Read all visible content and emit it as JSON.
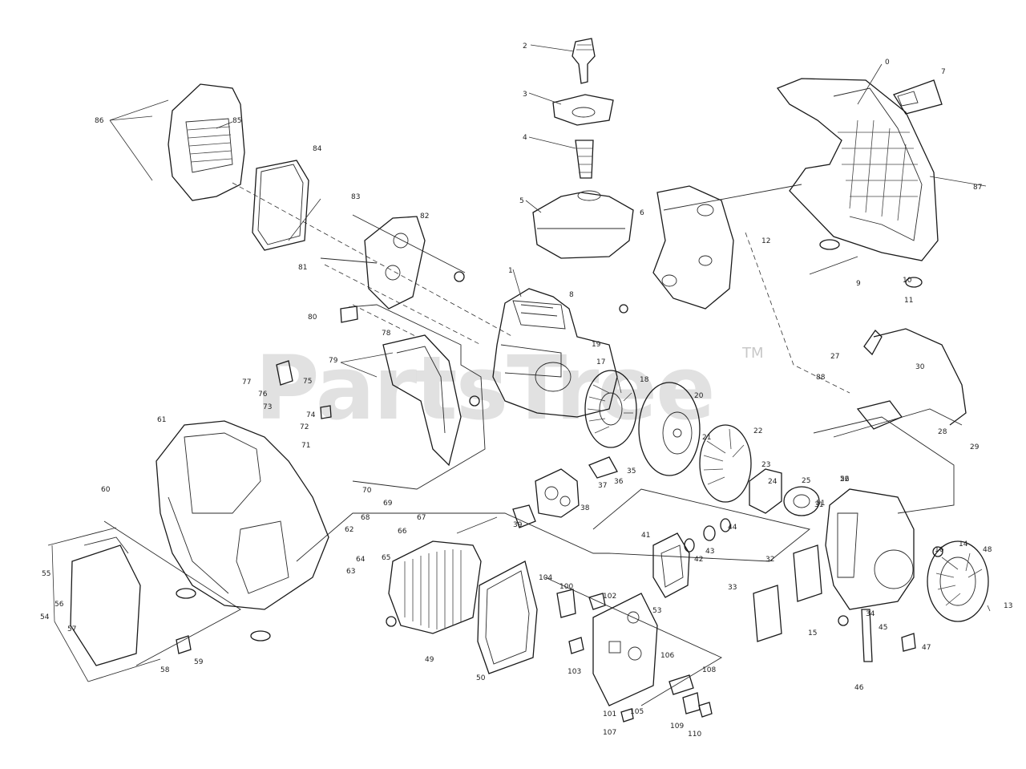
{
  "watermark": {
    "text": "PartsTree",
    "trademark": "TM"
  },
  "callouts": [
    {
      "id": "c2",
      "label": "2"
    },
    {
      "id": "c3",
      "label": "3"
    },
    {
      "id": "c4",
      "label": "4"
    },
    {
      "id": "c5",
      "label": "5"
    },
    {
      "id": "c6",
      "label": "6"
    },
    {
      "id": "c1",
      "label": "1"
    },
    {
      "id": "c8",
      "label": "8"
    },
    {
      "id": "c81",
      "label": "81"
    },
    {
      "id": "c82",
      "label": "82"
    },
    {
      "id": "c83",
      "label": "83"
    },
    {
      "id": "c84",
      "label": "84"
    },
    {
      "id": "c85",
      "label": "85"
    },
    {
      "id": "c86",
      "label": "86"
    },
    {
      "id": "c80",
      "label": "80"
    },
    {
      "id": "c78",
      "label": "78"
    },
    {
      "id": "c79",
      "label": "79"
    },
    {
      "id": "c77",
      "label": "77"
    },
    {
      "id": "c76",
      "label": "76"
    },
    {
      "id": "c75",
      "label": "75"
    },
    {
      "id": "c74",
      "label": "74"
    },
    {
      "id": "c73",
      "label": "73"
    },
    {
      "id": "c72",
      "label": "72"
    },
    {
      "id": "c71",
      "label": "71"
    },
    {
      "id": "c61",
      "label": "61"
    },
    {
      "id": "c60",
      "label": "60"
    },
    {
      "id": "c54",
      "label": "54"
    },
    {
      "id": "c57",
      "label": "57"
    },
    {
      "id": "c56",
      "label": "56"
    },
    {
      "id": "c55",
      "label": "55"
    },
    {
      "id": "c58",
      "label": "58"
    },
    {
      "id": "c59",
      "label": "59"
    },
    {
      "id": "c62",
      "label": "62"
    },
    {
      "id": "c63",
      "label": "63"
    },
    {
      "id": "c64",
      "label": "64"
    },
    {
      "id": "c65",
      "label": "65"
    },
    {
      "id": "c66",
      "label": "66"
    },
    {
      "id": "c67",
      "label": "67"
    },
    {
      "id": "c68",
      "label": "68"
    },
    {
      "id": "c69",
      "label": "69"
    },
    {
      "id": "c70",
      "label": "70"
    },
    {
      "id": "c50",
      "label": "50"
    },
    {
      "id": "c49",
      "label": "49"
    },
    {
      "id": "c39",
      "label": "39"
    },
    {
      "id": "c38",
      "label": "38"
    },
    {
      "id": "c37",
      "label": "37"
    },
    {
      "id": "c36",
      "label": "36"
    },
    {
      "id": "c35",
      "label": "35"
    },
    {
      "id": "c17",
      "label": "17"
    },
    {
      "id": "c18",
      "label": "18"
    },
    {
      "id": "c19",
      "label": "19"
    },
    {
      "id": "c20",
      "label": "20"
    },
    {
      "id": "c21",
      "label": "21"
    },
    {
      "id": "c22",
      "label": "22"
    },
    {
      "id": "c23",
      "label": "23"
    },
    {
      "id": "c24",
      "label": "24"
    },
    {
      "id": "c25",
      "label": "25"
    },
    {
      "id": "c26",
      "label": "26"
    },
    {
      "id": "c27",
      "label": "27"
    },
    {
      "id": "c28",
      "label": "28"
    },
    {
      "id": "c29",
      "label": "29"
    },
    {
      "id": "c30",
      "label": "30"
    },
    {
      "id": "c31",
      "label": "31"
    },
    {
      "id": "c32",
      "label": "32"
    },
    {
      "id": "c33",
      "label": "33"
    },
    {
      "id": "c34",
      "label": "34"
    },
    {
      "id": "c41",
      "label": "41"
    },
    {
      "id": "c42",
      "label": "42"
    },
    {
      "id": "c43",
      "label": "43"
    },
    {
      "id": "c44",
      "label": "44"
    },
    {
      "id": "c45",
      "label": "45"
    },
    {
      "id": "c46",
      "label": "46"
    },
    {
      "id": "c47",
      "label": "47"
    },
    {
      "id": "c48",
      "label": "48"
    },
    {
      "id": "c51",
      "label": "51"
    },
    {
      "id": "c52",
      "label": "52"
    },
    {
      "id": "c53",
      "label": "53"
    },
    {
      "id": "c0a",
      "label": "0"
    },
    {
      "id": "c7",
      "label": "7"
    },
    {
      "id": "c87",
      "label": "87"
    },
    {
      "id": "c9",
      "label": "9"
    },
    {
      "id": "c10",
      "label": "10"
    },
    {
      "id": "c11",
      "label": "11"
    },
    {
      "id": "c12",
      "label": "12"
    },
    {
      "id": "c13",
      "label": "13"
    },
    {
      "id": "c14",
      "label": "14"
    },
    {
      "id": "c15",
      "label": "15"
    },
    {
      "id": "c16",
      "label": "16"
    },
    {
      "id": "c100",
      "label": "100"
    },
    {
      "id": "c101",
      "label": "101"
    },
    {
      "id": "c102",
      "label": "102"
    },
    {
      "id": "c103",
      "label": "103"
    },
    {
      "id": "c104",
      "label": "104"
    },
    {
      "id": "c105",
      "label": "105"
    },
    {
      "id": "c106",
      "label": "106"
    },
    {
      "id": "c107",
      "label": "107"
    },
    {
      "id": "c108",
      "label": "108"
    },
    {
      "id": "c109",
      "label": "109"
    },
    {
      "id": "c110",
      "label": "110"
    },
    {
      "id": "c88",
      "label": "88"
    }
  ]
}
